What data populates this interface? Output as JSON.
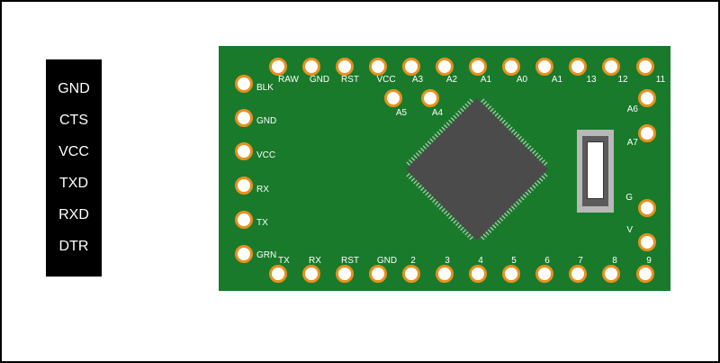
{
  "colors": {
    "board": "#197a2b",
    "pin_ring": "#e8901e",
    "chip": "#4b4b4b",
    "chip_legs": "#c8c8c8",
    "ftdi_header": "#000000"
  },
  "ftdi_header": {
    "labels": [
      "GND",
      "CTS",
      "VCC",
      "TXD",
      "RXD",
      "DTR"
    ]
  },
  "board": {
    "top_pins": [
      "RAW",
      "GND",
      "RST",
      "VCC",
      "A3",
      "A2",
      "A1",
      "A0",
      "A1",
      "13",
      "12",
      "11"
    ],
    "inner_pins": [
      "A5",
      "A4"
    ],
    "left_pins": [
      "BLK",
      "GND",
      "VCC",
      "RX",
      "TX",
      "GRN"
    ],
    "bottom_pins": [
      "TX",
      "RX",
      "RST",
      "GND",
      "2",
      "3",
      "4",
      "5",
      "6",
      "7",
      "8",
      "9"
    ],
    "right_pins": [
      "A6",
      "A7",
      "G",
      "V"
    ]
  }
}
